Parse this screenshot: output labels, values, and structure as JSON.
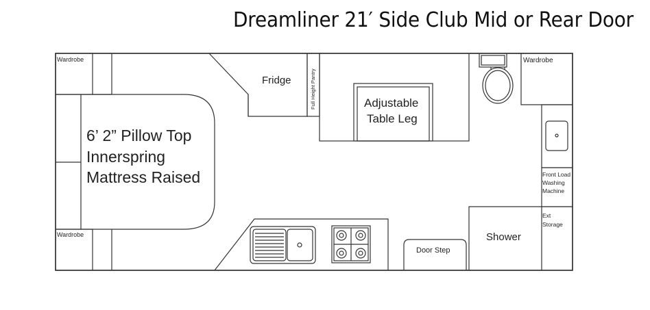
{
  "title": "Dreamliner 21′ Side Club Mid or Rear Door",
  "labels": {
    "wardrobe_top_left": "Wardrobe",
    "wardrobe_bottom_left": "Wardrobe",
    "wardrobe_top_right": "Wardrobe",
    "fridge": "Fridge",
    "pantry": "Full Height Pantry",
    "table_line1": "Adjustable",
    "table_line2": "Table Leg",
    "bed_line1": "6’ 2” Pillow Top",
    "bed_line2": "Innerspring",
    "bed_line3": "Mattress Raised",
    "washer_line1": "Front Load",
    "washer_line2": "Washing",
    "washer_line3": "Machine",
    "storage_line1": "Ext",
    "storage_line2": "Storage",
    "shower": "Shower",
    "door_step": "Door Step"
  },
  "icons": {
    "toilet": "toilet-icon",
    "sink": "sink-icon",
    "cooktop": "cooktop-icon",
    "basin": "basin-icon"
  },
  "colors": {
    "line": "#333333",
    "background": "#ffffff"
  }
}
